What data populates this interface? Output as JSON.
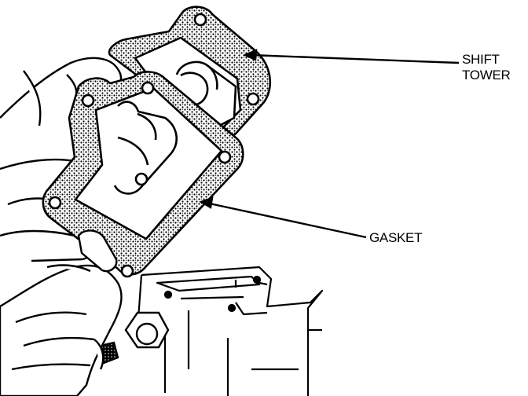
{
  "callouts": {
    "shift_tower": {
      "line1": "SHIFT",
      "line2": "TOWER"
    },
    "gasket": {
      "text": "GASKET"
    }
  },
  "colors": {
    "ink": "#000000",
    "paper": "#ffffff"
  }
}
